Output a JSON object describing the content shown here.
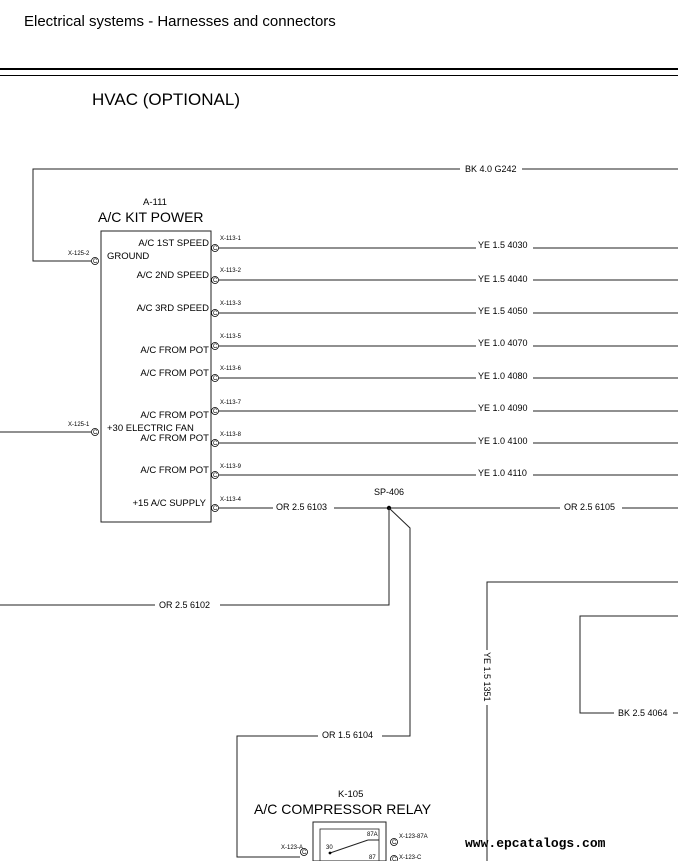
{
  "header": {
    "title": "Electrical systems - Harnesses and connectors"
  },
  "section": {
    "title": "HVAC (OPTIONAL)"
  },
  "components": {
    "kit": {
      "ref": "A-111",
      "name": "A/C KIT POWER"
    },
    "relay": {
      "ref": "K-105",
      "name": "A/C COMPRESSOR RELAY"
    },
    "splice": {
      "ref": "SP-406"
    }
  },
  "left_connectors": [
    {
      "id": "X-125-2",
      "label": "GROUND"
    },
    {
      "id": "X-125-1",
      "label": "+30 ELECTRIC FAN"
    }
  ],
  "right_pins": [
    {
      "id": "X-113-1",
      "label": "A/C 1ST SPEED",
      "wire": "YE 1.5 4030"
    },
    {
      "id": "X-113-2",
      "label": "A/C 2ND SPEED",
      "wire": "YE 1.5 4040"
    },
    {
      "id": "X-113-3",
      "label": "A/C 3RD SPEED",
      "wire": "YE 1.5 4050"
    },
    {
      "id": "X-113-5",
      "label": "A/C FROM POT",
      "wire": "YE 1.0 4070"
    },
    {
      "id": "X-113-6",
      "label": "A/C FROM POT",
      "wire": "YE 1.0 4080"
    },
    {
      "id": "X-113-7",
      "label": "A/C FROM POT",
      "wire": "YE 1.0 4090"
    },
    {
      "id": "X-113-8",
      "label": "A/C FROM POT",
      "wire": "YE 1.0 4100"
    },
    {
      "id": "X-113-9",
      "label": "A/C FROM POT",
      "wire": "YE 1.0 4110"
    },
    {
      "id": "X-113-4",
      "label": "+15 A/C SUPPLY",
      "wire": "OR 2.5 6103"
    }
  ],
  "wires": {
    "ground": "BK 4.0 G242",
    "splice_out": "OR 2.5 6105",
    "splice_left": "OR 2.5 6102",
    "relay_feed": "OR 1.5 6104",
    "vertical": "YE 1.5 1351",
    "bk_right": "BK 2.5 4064"
  },
  "relay_pins": {
    "left_connector": "X-123-A",
    "right_top": "X-123-87A",
    "right_bottom": "X-123-C",
    "terminal_30": "30",
    "terminal_87a": "87A",
    "terminal_87": "87"
  },
  "pin_symbol": "C",
  "watermark": "www.epcatalogs.com"
}
